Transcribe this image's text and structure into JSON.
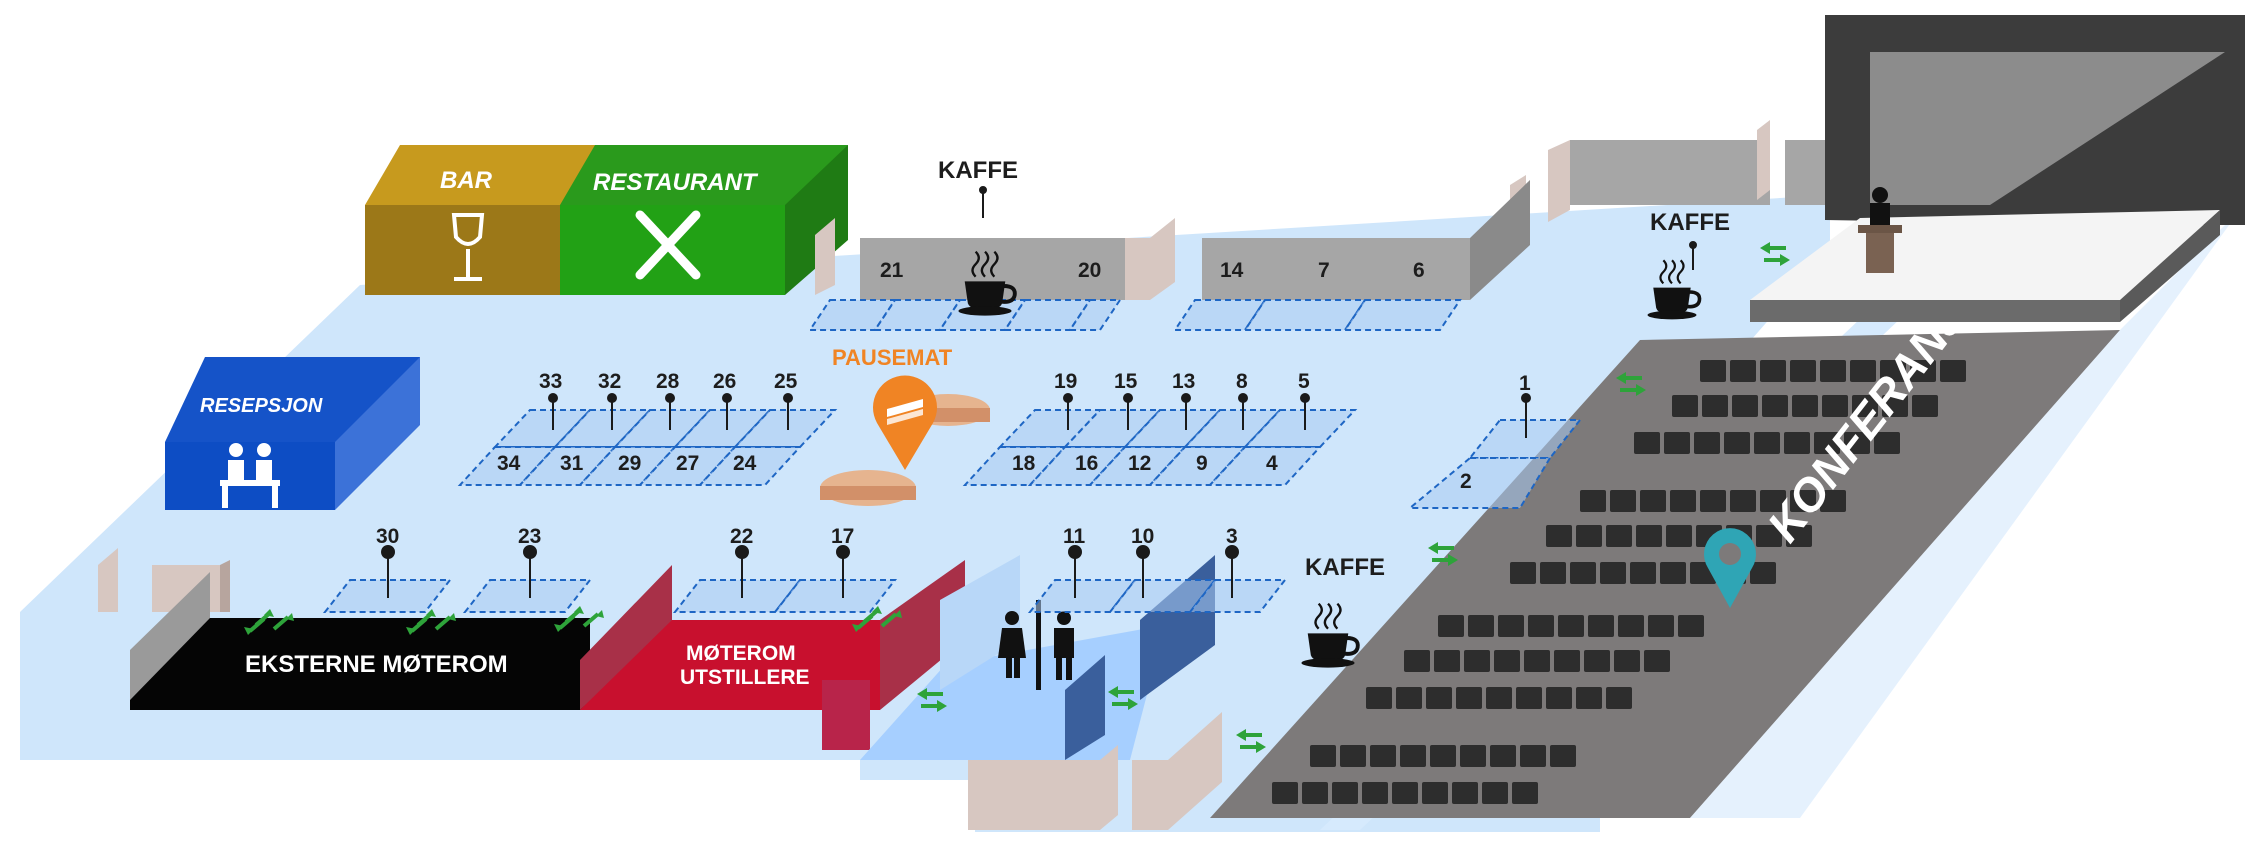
{
  "labels": {
    "bar": "BAR",
    "restaurant": "RESTAURANT",
    "reception": "RESEPSJON",
    "pausemat": "PAUSEMAT",
    "kaffe_top": "KAFFE",
    "kaffe_right": "KAFFE",
    "kaffe_bottom": "KAFFE",
    "external_rooms": "EKSTERNE MØTEROM",
    "exhibitor_rooms_line1": "MØTEROM",
    "exhibitor_rooms_line2": "UTSTILLERE",
    "conference_hall": "KONFERANSESAL"
  },
  "booths": {
    "b1": "1",
    "b2": "2",
    "b3": "3",
    "b4": "4",
    "b5": "5",
    "b6": "6",
    "b7": "7",
    "b8": "8",
    "b9": "9",
    "b10": "10",
    "b11": "11",
    "b12": "12",
    "b13": "13",
    "b14": "14",
    "b15": "15",
    "b16": "16",
    "b17": "17",
    "b18": "18",
    "b19": "19",
    "b20": "20",
    "b21": "21",
    "b22": "22",
    "b23": "23",
    "b24": "24",
    "b25": "25",
    "b26": "26",
    "b27": "27",
    "b28": "28",
    "b29": "29",
    "b30": "30",
    "b31": "31",
    "b32": "32",
    "b33": "33",
    "b34": "34"
  },
  "icons": {
    "wine": "wine-glass-icon",
    "cutlery": "fork-knife-icon",
    "reception": "reception-desk-icon",
    "coffee": "coffee-cup-icon",
    "sandwich": "sandwich-pin-icon",
    "toilets": "toilet-icon",
    "location": "location-pin-icon",
    "speaker": "speaker-podium-icon",
    "door_arrows": "door-arrows-icon"
  },
  "colors": {
    "floor": "#cfe6fb",
    "bar": "#c79a1e",
    "restaurant": "#2a9a1c",
    "reception": "#1553c8",
    "external_rooms": "#050505",
    "exhibitor_rooms": "#c8102e",
    "conference_floor": "#7d7a7a",
    "stage": "#2f2f2f",
    "accent_orange": "#f08424",
    "door_arrow_green": "#2ea33a",
    "location_pin": "#2fa5b5"
  }
}
